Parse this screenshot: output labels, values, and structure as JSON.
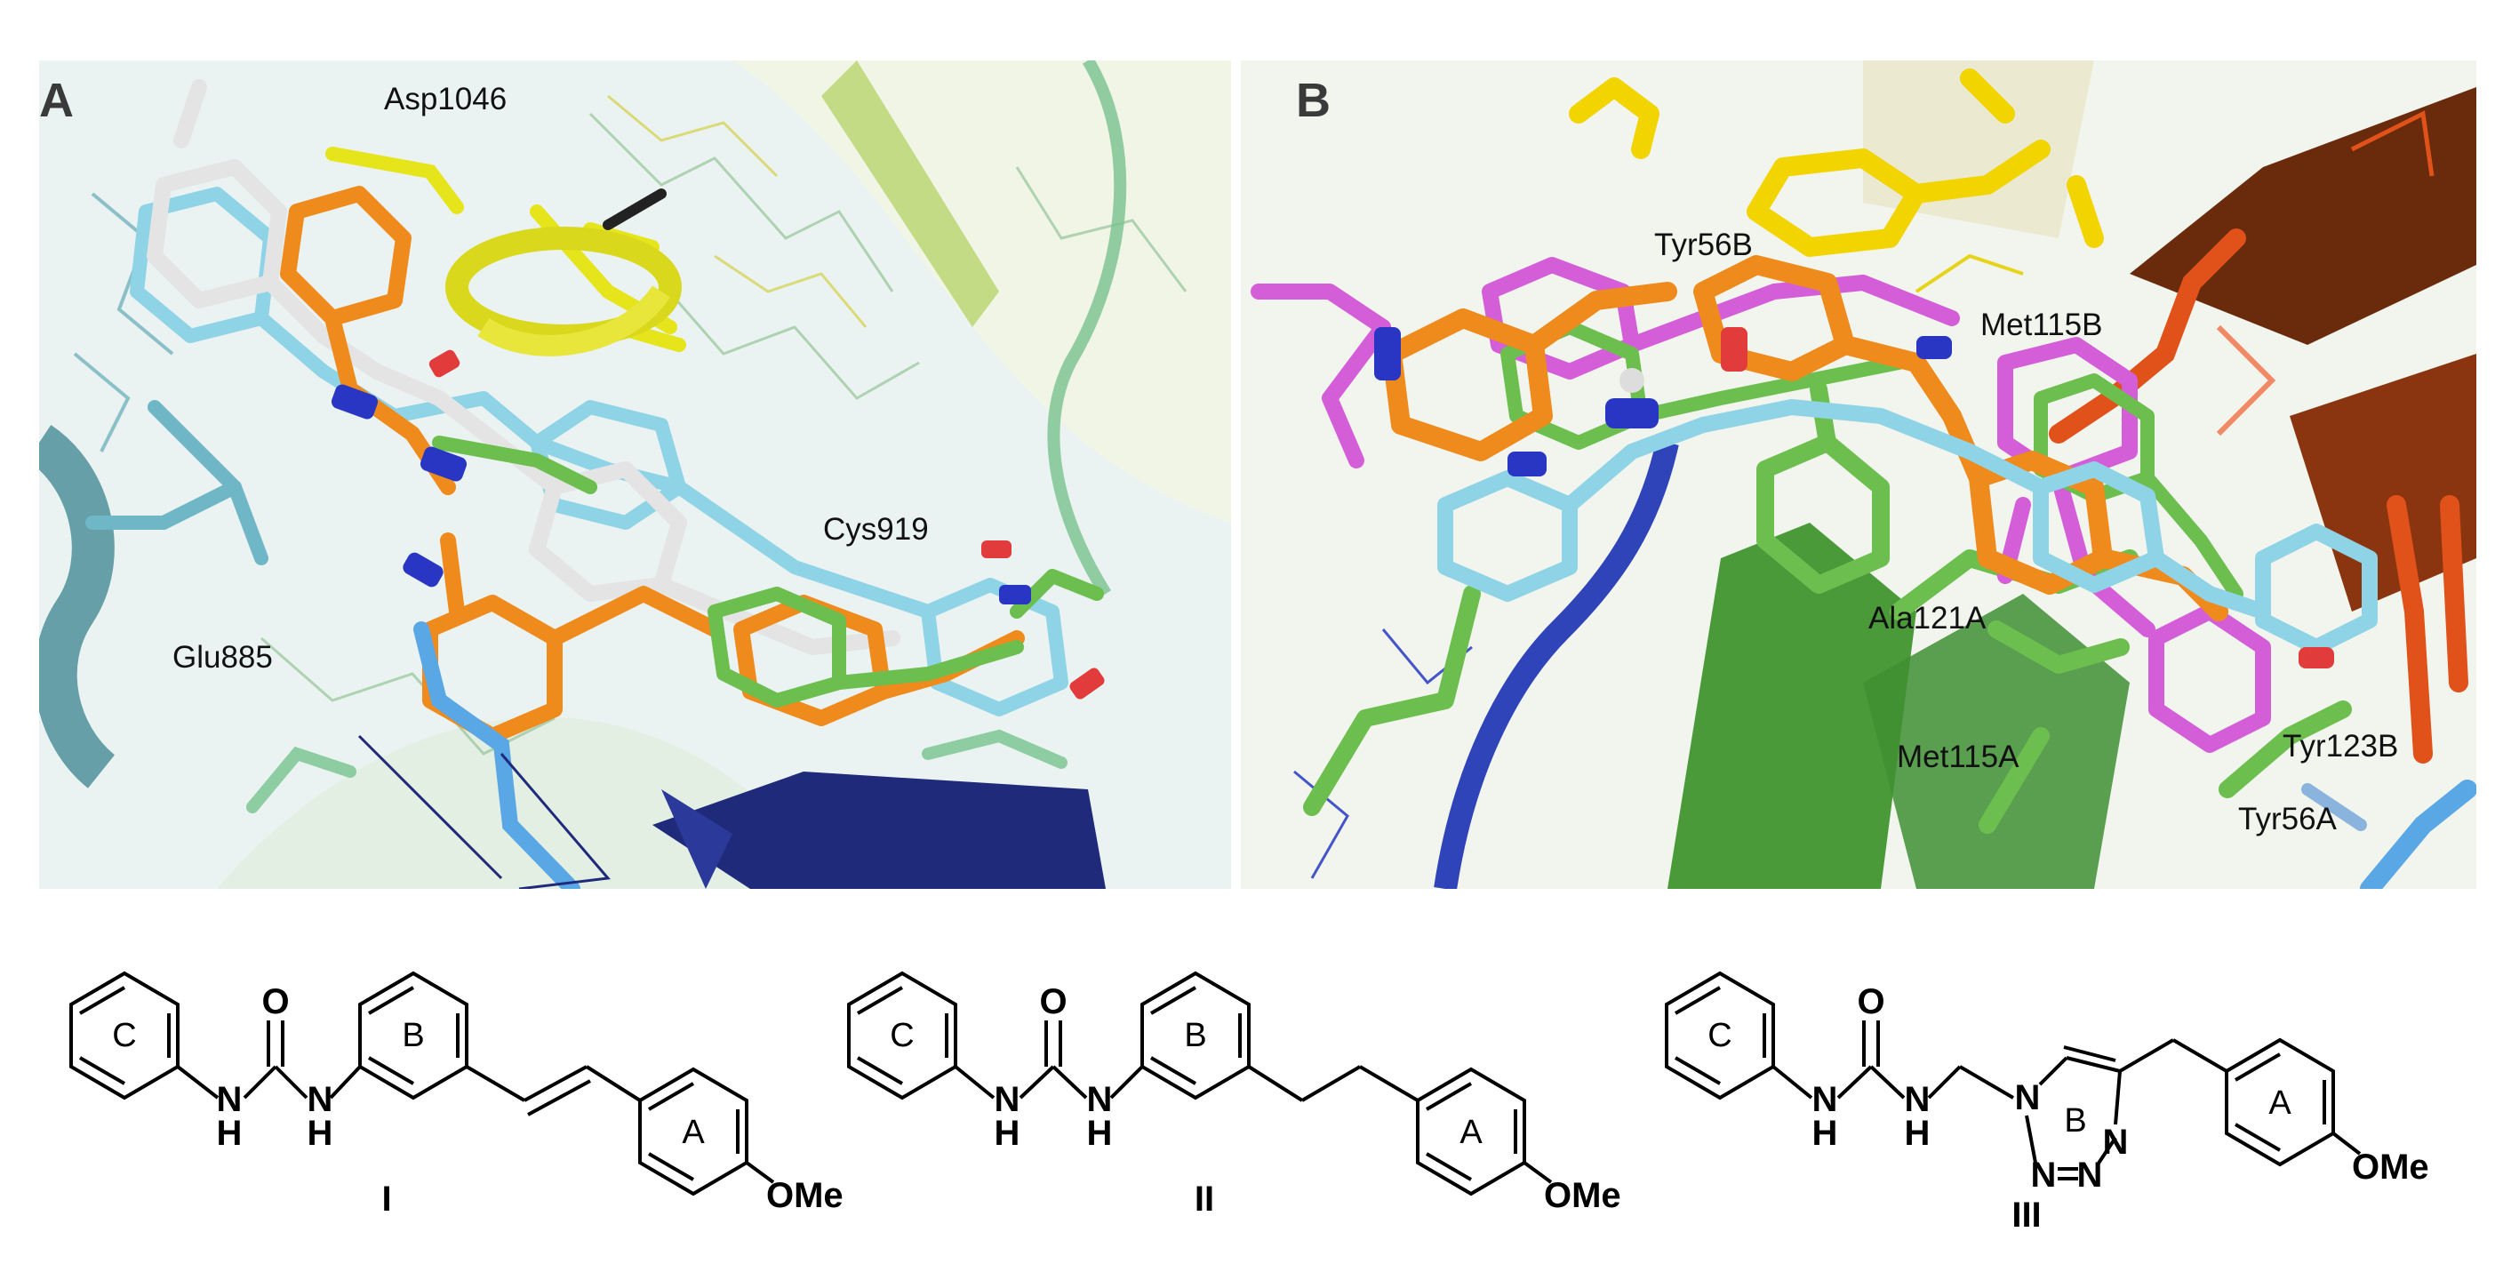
{
  "panels": {
    "a": {
      "letter": "A",
      "residues": {
        "asp1046": "Asp1046",
        "cys919": "Cys919",
        "glu885": "Glu885"
      }
    },
    "b": {
      "letter": "B",
      "residues": {
        "tyr56b": "Tyr56B",
        "met115b": "Met115B",
        "ala121a": "Ala121A",
        "met115a": "Met115A",
        "tyr123b": "Tyr123B",
        "tyr56a": "Tyr56A"
      }
    }
  },
  "structures": {
    "compound_1": {
      "label": "I",
      "rings": {
        "c": "C",
        "b": "B",
        "a": "A"
      },
      "atoms": {
        "o": "O",
        "n": "N",
        "h": "H",
        "ome": "OMe"
      }
    },
    "compound_2": {
      "label": "II",
      "rings": {
        "c": "C",
        "b": "B",
        "a": "A"
      },
      "atoms": {
        "o": "O",
        "n": "N",
        "h": "H",
        "ome": "OMe"
      }
    },
    "compound_3": {
      "label": "III",
      "rings": {
        "c": "C",
        "b": "B",
        "a": "A"
      },
      "atoms": {
        "o": "O",
        "n": "N",
        "h": "H",
        "ome": "OMe"
      }
    }
  },
  "colors": {
    "orange": "#ef8a1c",
    "green": "#6cbf4e",
    "cyan": "#8fd3e6",
    "white_stick": "#e4e4e4",
    "magenta": "#d35ed8",
    "yellow": "#e6e41a",
    "navy": "#1f2a7a",
    "red_orange": "#e0521a",
    "teal": "#4f8f9a"
  }
}
